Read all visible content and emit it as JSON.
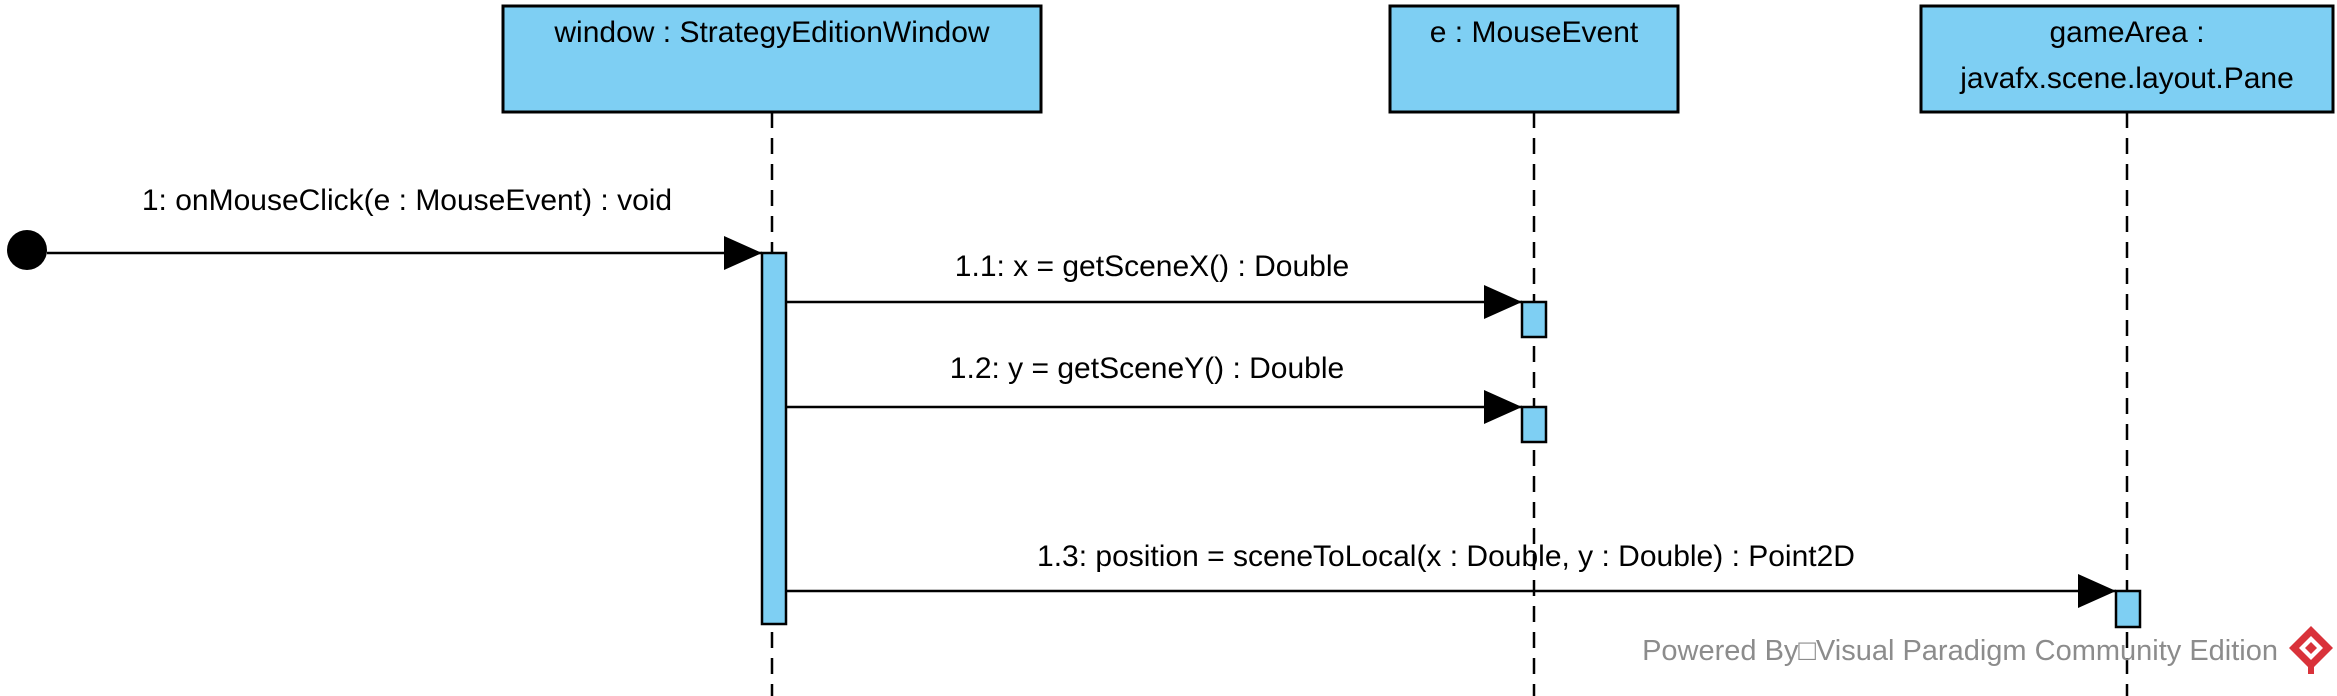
{
  "diagram": {
    "lifelines": [
      {
        "label_lines": [
          "window : StrategyEditionWindow"
        ]
      },
      {
        "label_lines": [
          "e : MouseEvent"
        ]
      },
      {
        "label_lines": [
          "gameArea :",
          "javafx.scene.layout.Pane"
        ]
      }
    ],
    "messages": [
      {
        "label": "1: onMouseClick(e : MouseEvent) : void"
      },
      {
        "label": "1.1: x = getSceneX() : Double"
      },
      {
        "label": "1.2: y = getSceneY() : Double"
      },
      {
        "label": "1.3: position = sceneToLocal(x : Double, y : Double) : Point2D"
      }
    ],
    "colors": {
      "lifeline_fill": "#7ecff3",
      "stroke": "#000000",
      "watermark": "#8c8c8c",
      "logo": "#d9323a"
    }
  },
  "watermark": {
    "text": "Powered By□Visual Paradigm Community Edition"
  }
}
